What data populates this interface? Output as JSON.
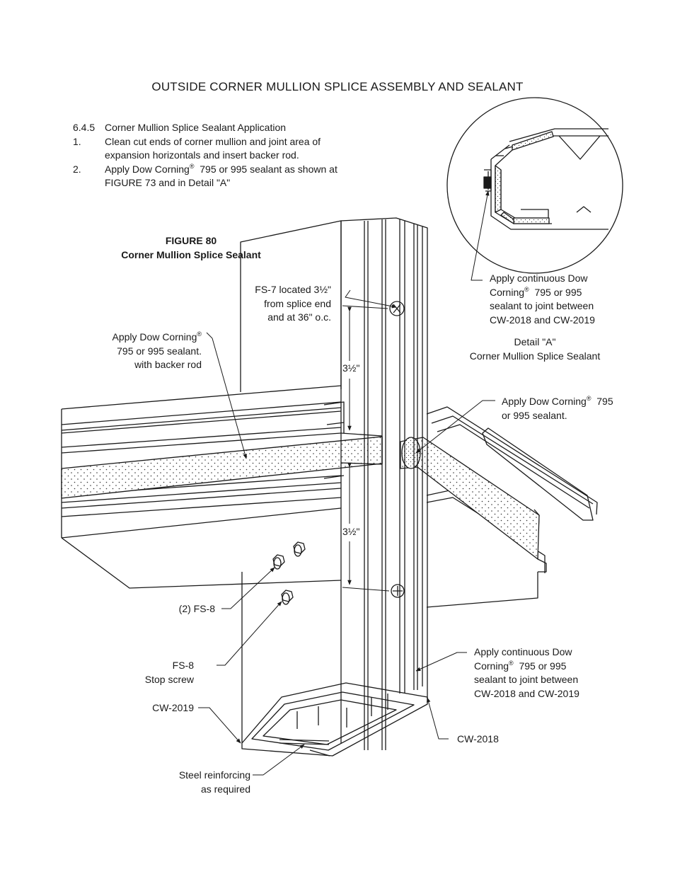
{
  "title": "OUTSIDE CORNER MULLION SPLICE ASSEMBLY AND SEALANT",
  "steps": {
    "section": "6.4.5",
    "section_title": "Corner Mullion Splice Sealant Application",
    "items": [
      {
        "num": "1.",
        "lines": [
          "Clean cut ends of corner mullion and joint area of",
          "expansion horizontals and insert backer rod."
        ]
      },
      {
        "num": "2.",
        "line1_a": "Apply Dow Corning",
        "line1_b": "  795 or 995 sealant as shown at",
        "line2": "FIGURE 73 and  in Detail \"A\""
      }
    ]
  },
  "reg_mark": "®",
  "figure": {
    "number": "FIGURE  80",
    "caption": "Corner Mullion Splice Sealant"
  },
  "labels": {
    "fs7": [
      "FS-7 located 3½\"",
      "from splice end",
      "and at 36\" o.c."
    ],
    "apply_backer": {
      "line1": "Apply Dow Corning",
      "line2": "795 or 995 sealant.",
      "line3": "with backer rod"
    },
    "dim_upper": "3½\"",
    "dim_lower": "3½\"",
    "detail_a_note": {
      "line1": "Apply continuous Dow",
      "line2_a": "Corning",
      "line2_b": "  795 or 995",
      "line3": "sealant to joint between",
      "line4": "CW-2018 and CW-2019"
    },
    "detail_a_title": [
      "Detail \"A\"",
      "Corner Mullion Splice Sealant"
    ],
    "apply_right": {
      "line1_a": "Apply Dow Corning",
      "line1_b": "  795",
      "line2": "or 995 sealant."
    },
    "fs8_pair": "(2) FS-8",
    "fs8_stop": [
      "FS-8",
      "Stop screw"
    ],
    "cw2019": "CW-2019",
    "steel": [
      "Steel reinforcing",
      "as required"
    ],
    "lower_note": {
      "line1": "Apply continuous Dow",
      "line2_a": "Corning",
      "line2_b": "  795 or 995",
      "line3": "sealant to joint between",
      "line4": "CW-2018 and CW-2019"
    },
    "cw2018": "CW-2018"
  }
}
